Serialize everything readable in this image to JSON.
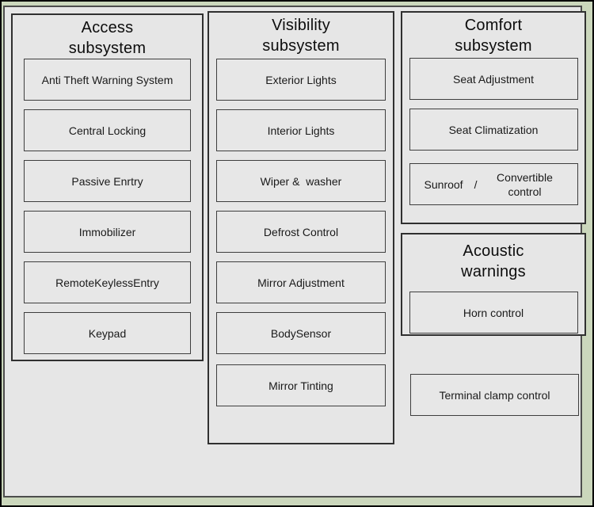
{
  "colors": {
    "page_margin_green": "#cbd7bc",
    "outer_border": "#000000",
    "panel_background": "#e6e6e6",
    "box_border": "#3e3e3e"
  },
  "sections": {
    "access": {
      "title": "Access subsystem",
      "title_line1": "Access",
      "title_line2": "subsystem",
      "items": [
        "Anti Theft Warning System",
        "Central Locking",
        "Passive Enrtry",
        "Immobilizer",
        "RemoteKeylessEntry",
        "Keypad"
      ]
    },
    "visibility": {
      "title": "Visibility subsystem",
      "title_line1": "Visibility",
      "title_line2": "subsystem",
      "items": [
        "Exterior Lights",
        "Interior Lights",
        "Wiper &  washer",
        "Defrost Control",
        "Mirror Adjustment",
        "BodySensor",
        "Mirror Tinting"
      ]
    },
    "comfort": {
      "title": "Comfort subsystem",
      "title_line1": "Comfort",
      "title_line2": "subsystem",
      "items": [
        "Seat Adjustment",
        "Seat Climatization"
      ],
      "combo": {
        "left": "Sunroof",
        "sep": "/",
        "right": "Convertible control",
        "full_label": "Sunroof / Convertible control"
      }
    },
    "acoustic": {
      "title": "Acoustic warnings",
      "title_line1": "Acoustic",
      "title_line2": "warnings",
      "items": [
        "Horn control"
      ]
    },
    "standalone": {
      "label": "Terminal clamp control"
    }
  }
}
